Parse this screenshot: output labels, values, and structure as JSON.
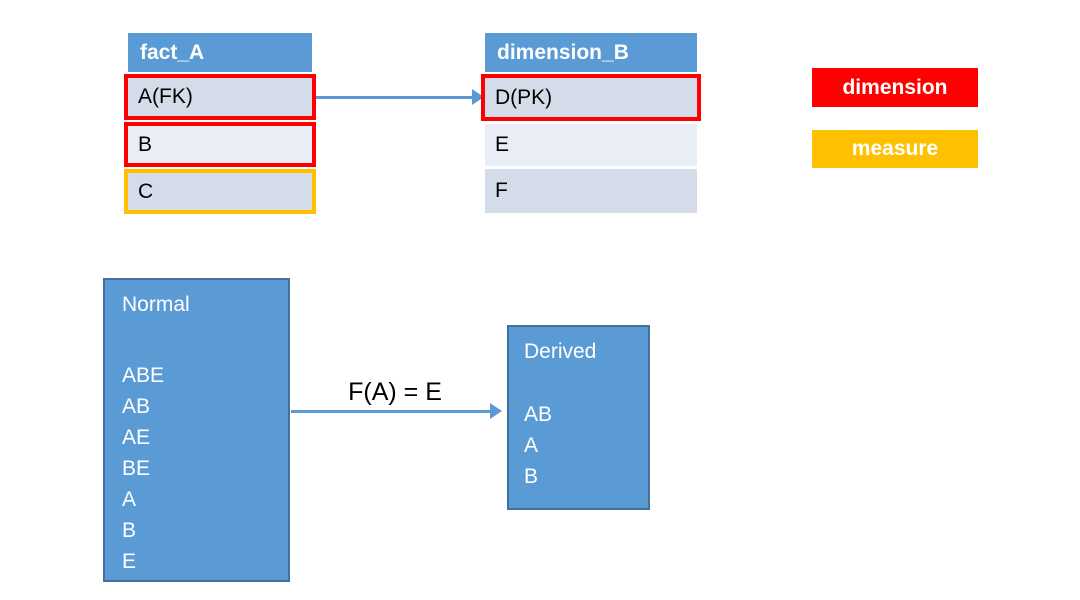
{
  "colors": {
    "accent_blue": "#5b9bd5",
    "box_border_blue": "#41719c",
    "dimension_red": "#fe0000",
    "measure_orange": "#ffc000",
    "row_fill_dark": "#d5dce9",
    "row_fill_light": "#e9eef6"
  },
  "tables": {
    "fact": {
      "title": "fact_A",
      "rows": [
        {
          "label": "A(FK)",
          "highlight": "dimension"
        },
        {
          "label": "B",
          "highlight": "dimension"
        },
        {
          "label": "C",
          "highlight": "measure"
        }
      ]
    },
    "dimension": {
      "title": "dimension_B",
      "rows": [
        {
          "label": "D(PK)",
          "highlight": "dimension"
        },
        {
          "label": "E",
          "highlight": "none"
        },
        {
          "label": "F",
          "highlight": "none"
        }
      ]
    }
  },
  "legend": {
    "dimension_label": "dimension",
    "measure_label": "measure"
  },
  "sets": {
    "normal": {
      "title": "Normal",
      "items": [
        "ABE",
        "AB",
        "AE",
        "BE",
        "A",
        "B",
        "E"
      ]
    },
    "derived": {
      "title": "Derived",
      "items": [
        "AB",
        "A",
        "B"
      ]
    }
  },
  "derivation": {
    "arrow_label": "F(A) = E"
  }
}
